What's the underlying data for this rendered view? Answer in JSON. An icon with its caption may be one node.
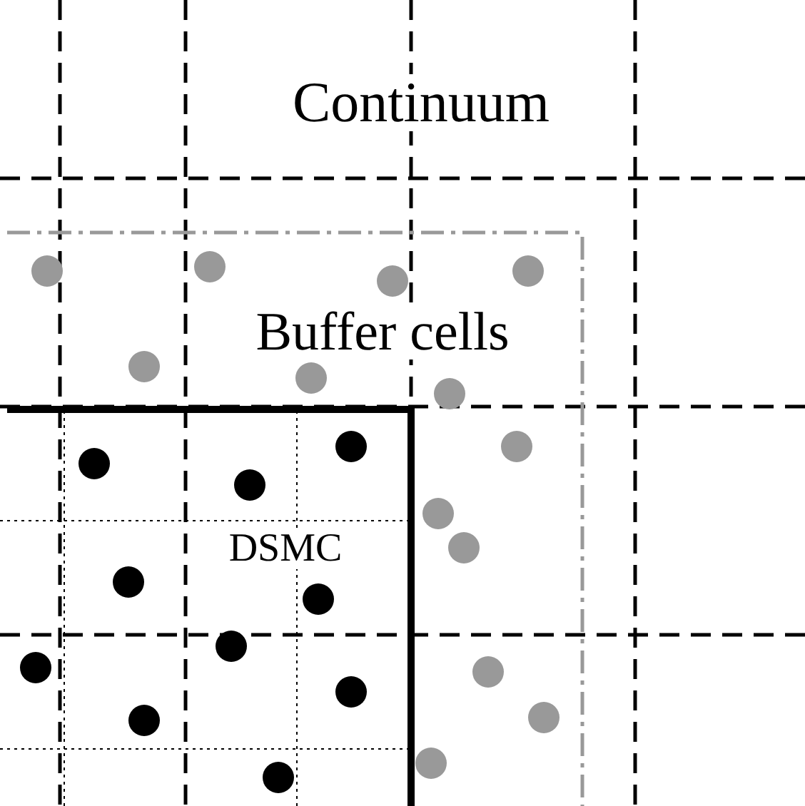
{
  "diagram": {
    "labels": [
      "Continuum",
      "Buffer cells",
      "DSMC"
    ]
  }
}
